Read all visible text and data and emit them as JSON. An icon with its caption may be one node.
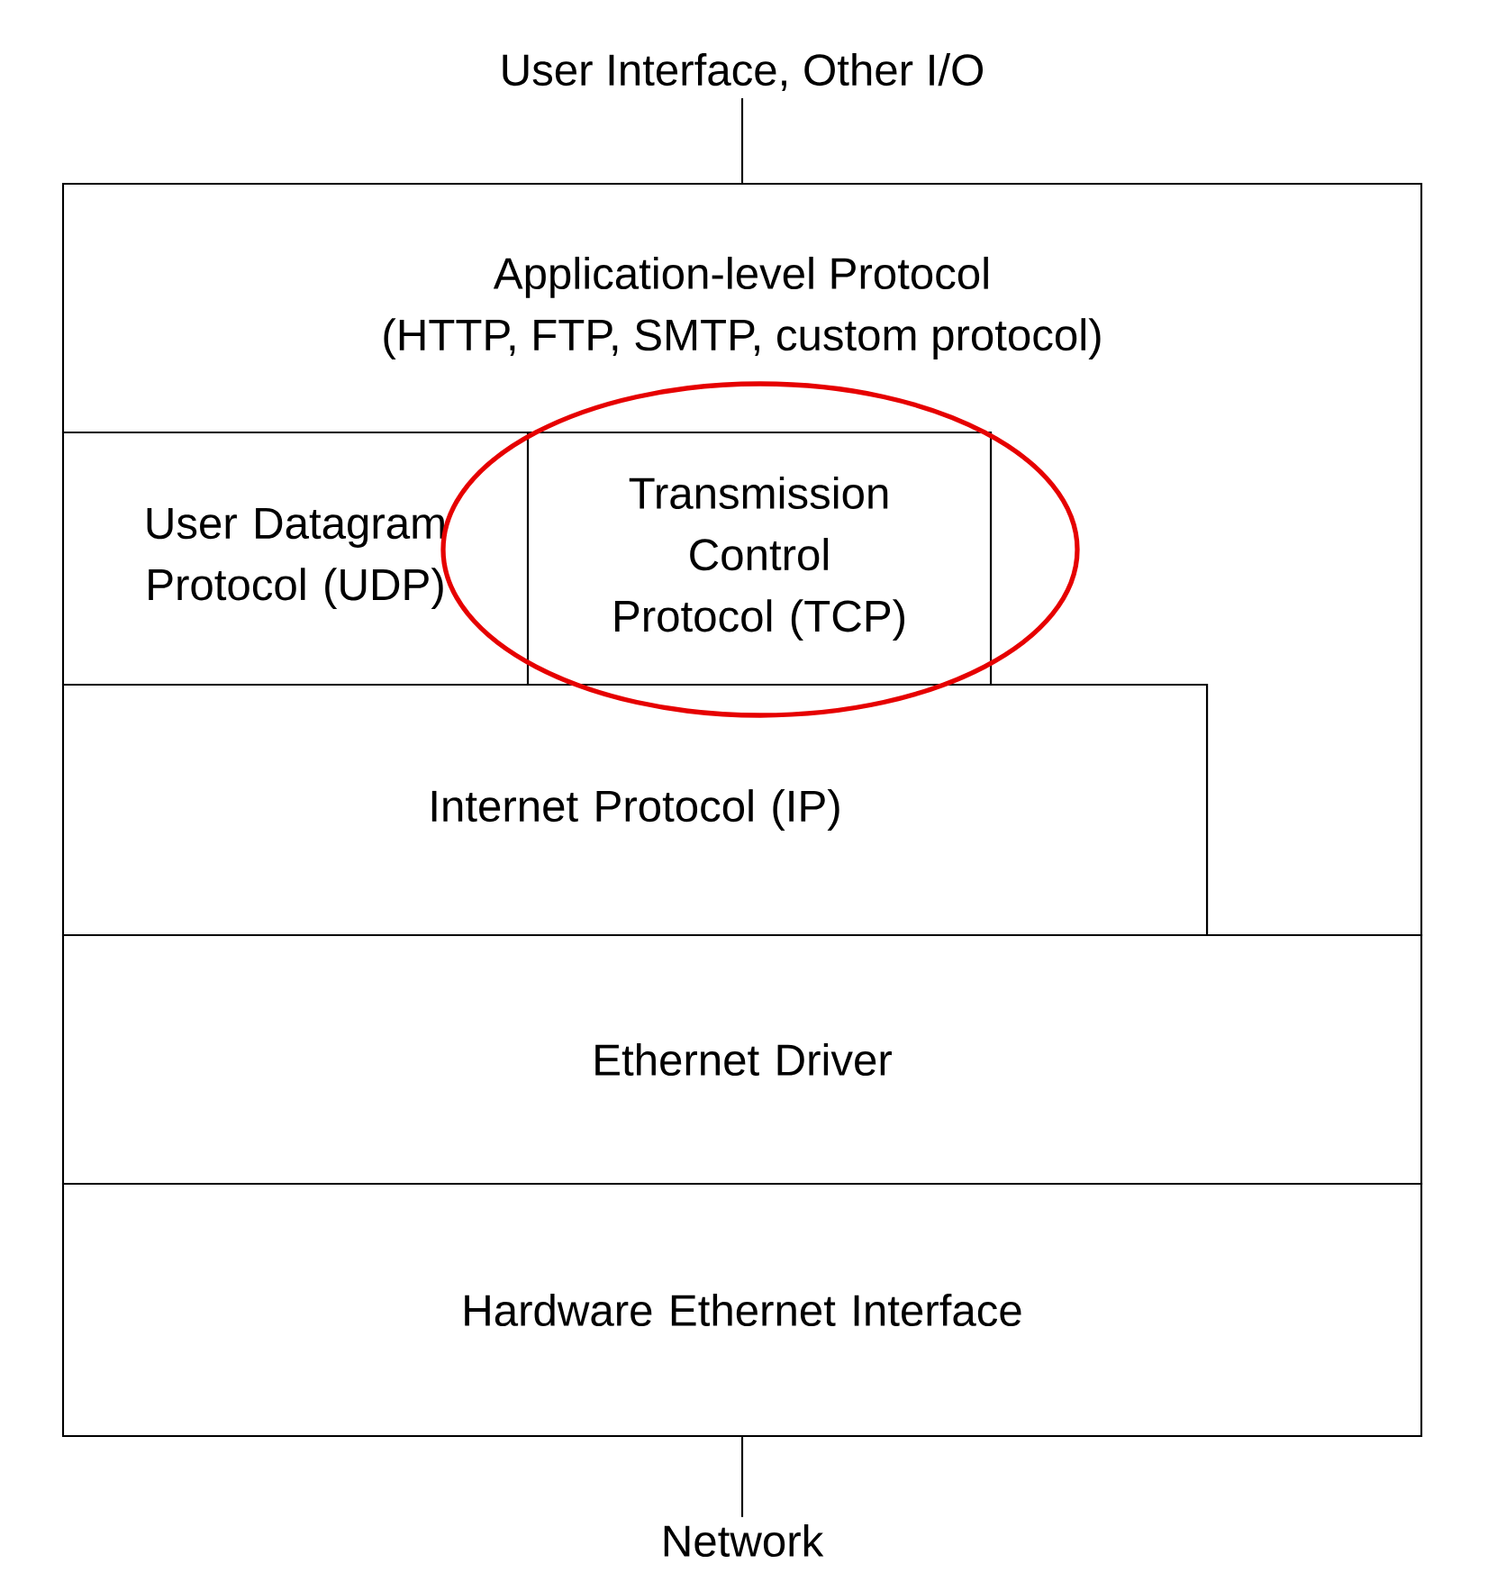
{
  "diagram": {
    "nodes": [
      {
        "text": [
          "User Interface, Other I/O"
        ]
      },
      {
        "text": [
          "Application-level Protocol",
          "(HTTP, FTP, SMTP, custom protocol)"
        ]
      },
      {
        "text": [
          "User Datagram Protocol (UDP)"
        ]
      },
      {
        "text": [
          "Transmission Control Protocol (TCP)"
        ]
      },
      {
        "text": [
          "Internet Protocol (IP)"
        ]
      },
      {
        "text": [
          "Ethernet Driver"
        ]
      },
      {
        "text": [
          "Hardware Ethernet Interface"
        ]
      },
      {
        "text": [
          "Network"
        ]
      }
    ],
    "edges": [
      {
        "from": 0,
        "to": 1,
        "arrow": "none"
      },
      {
        "from": 6,
        "to": 7,
        "arrow": "none"
      }
    ]
  }
}
